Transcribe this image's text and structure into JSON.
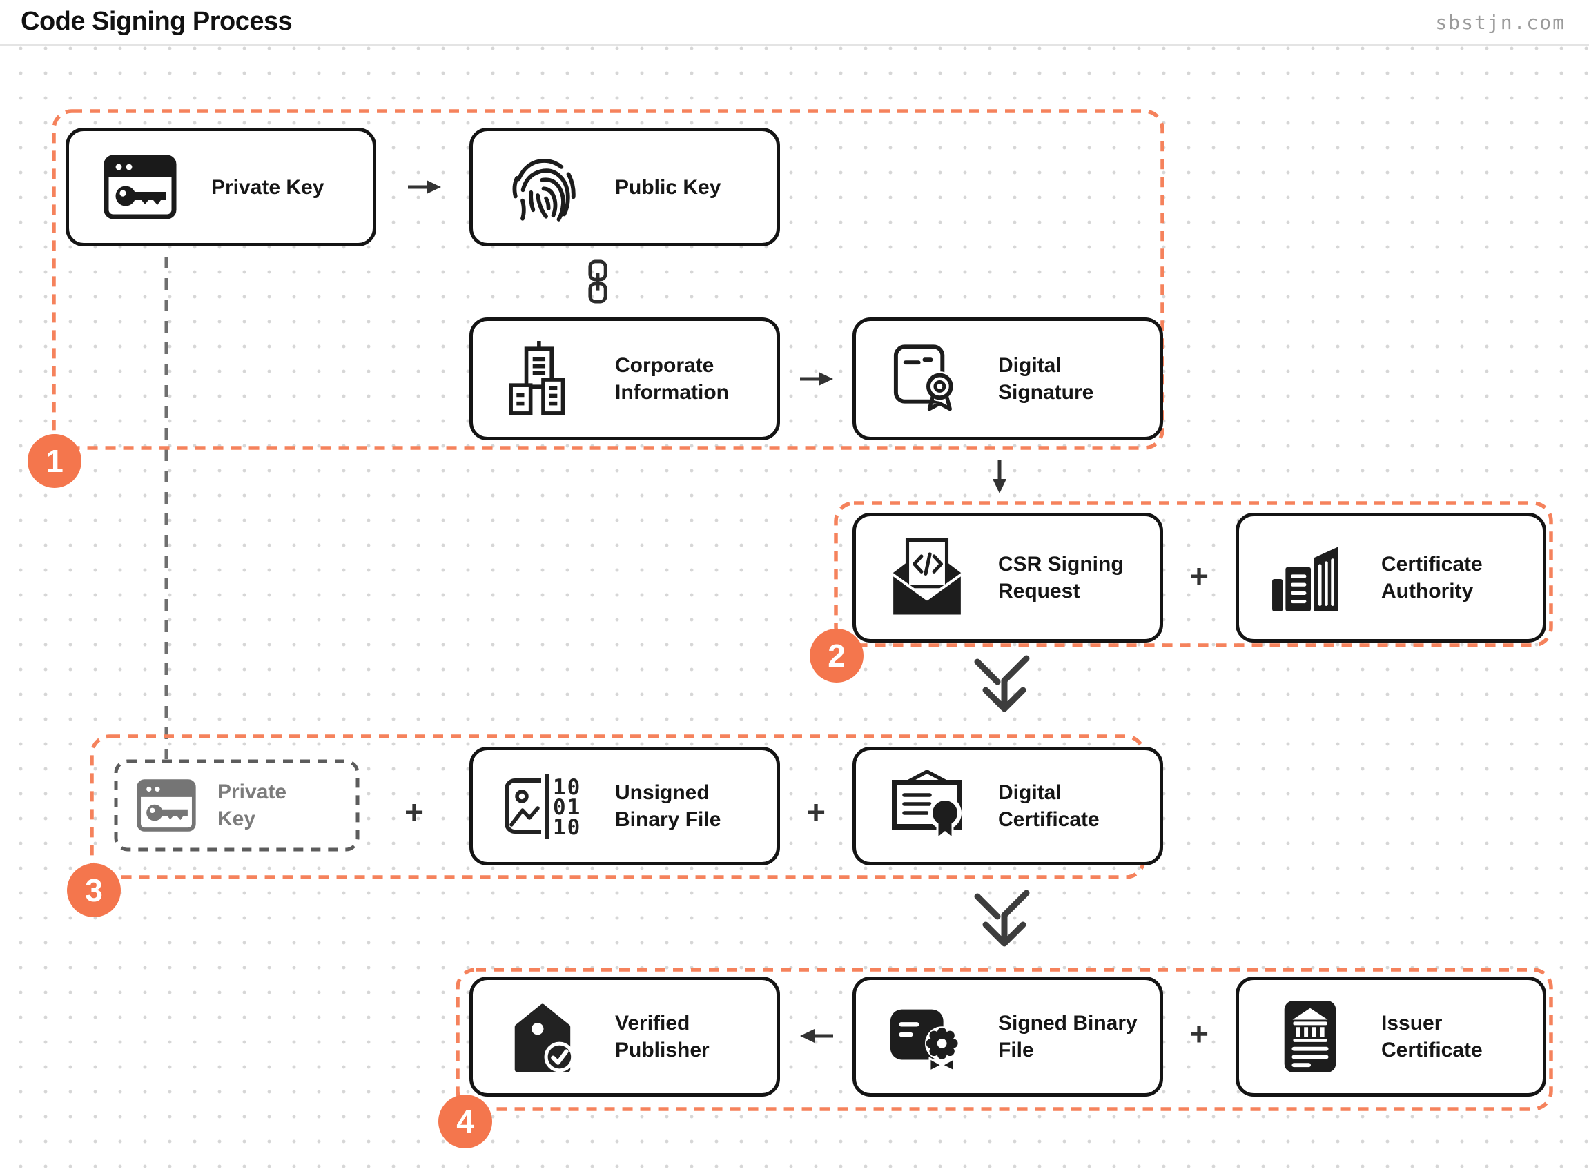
{
  "header": {
    "title": "Code Signing Process",
    "site": "sbstjn.com"
  },
  "colors": {
    "accent": "#f4764d",
    "group_border": "#f5825c",
    "node_border": "#141414",
    "muted_node": "#757575",
    "arrow": "#333333"
  },
  "groups": {
    "g1": {
      "number": "1"
    },
    "g2": {
      "number": "2"
    },
    "g3": {
      "number": "3"
    },
    "g4": {
      "number": "4"
    }
  },
  "nodes": {
    "private_key_1": {
      "label": "Private Key",
      "icon": "key-window-icon"
    },
    "public_key": {
      "label": "Public Key",
      "icon": "fingerprint-icon"
    },
    "corporate_information": {
      "label": "Corporate Information",
      "icon": "buildings-outline-icon"
    },
    "digital_signature": {
      "label": "Digital Signature",
      "icon": "document-seal-outline-icon"
    },
    "csr_signing_request": {
      "label": "CSR Signing Request",
      "icon": "envelope-code-icon"
    },
    "certificate_authority": {
      "label": "Certificate Authority",
      "icon": "buildings-solid-icon"
    },
    "private_key_2": {
      "label": "Private Key",
      "icon": "key-window-icon"
    },
    "unsigned_binary_file": {
      "label": "Unsigned Binary File",
      "icon": "image-binary-icon"
    },
    "digital_certificate": {
      "label": "Digital Certificate",
      "icon": "framed-certificate-icon"
    },
    "verified_publisher": {
      "label": "Verified Publisher",
      "icon": "verified-tag-icon"
    },
    "signed_binary_file": {
      "label": "Signed Binary File",
      "icon": "sealed-card-icon"
    },
    "issuer_certificate": {
      "label": "Issuer Certificate",
      "icon": "bank-document-icon"
    }
  },
  "operators": {
    "plus": "+"
  },
  "binary_digits": [
    "10",
    "01",
    "10"
  ]
}
